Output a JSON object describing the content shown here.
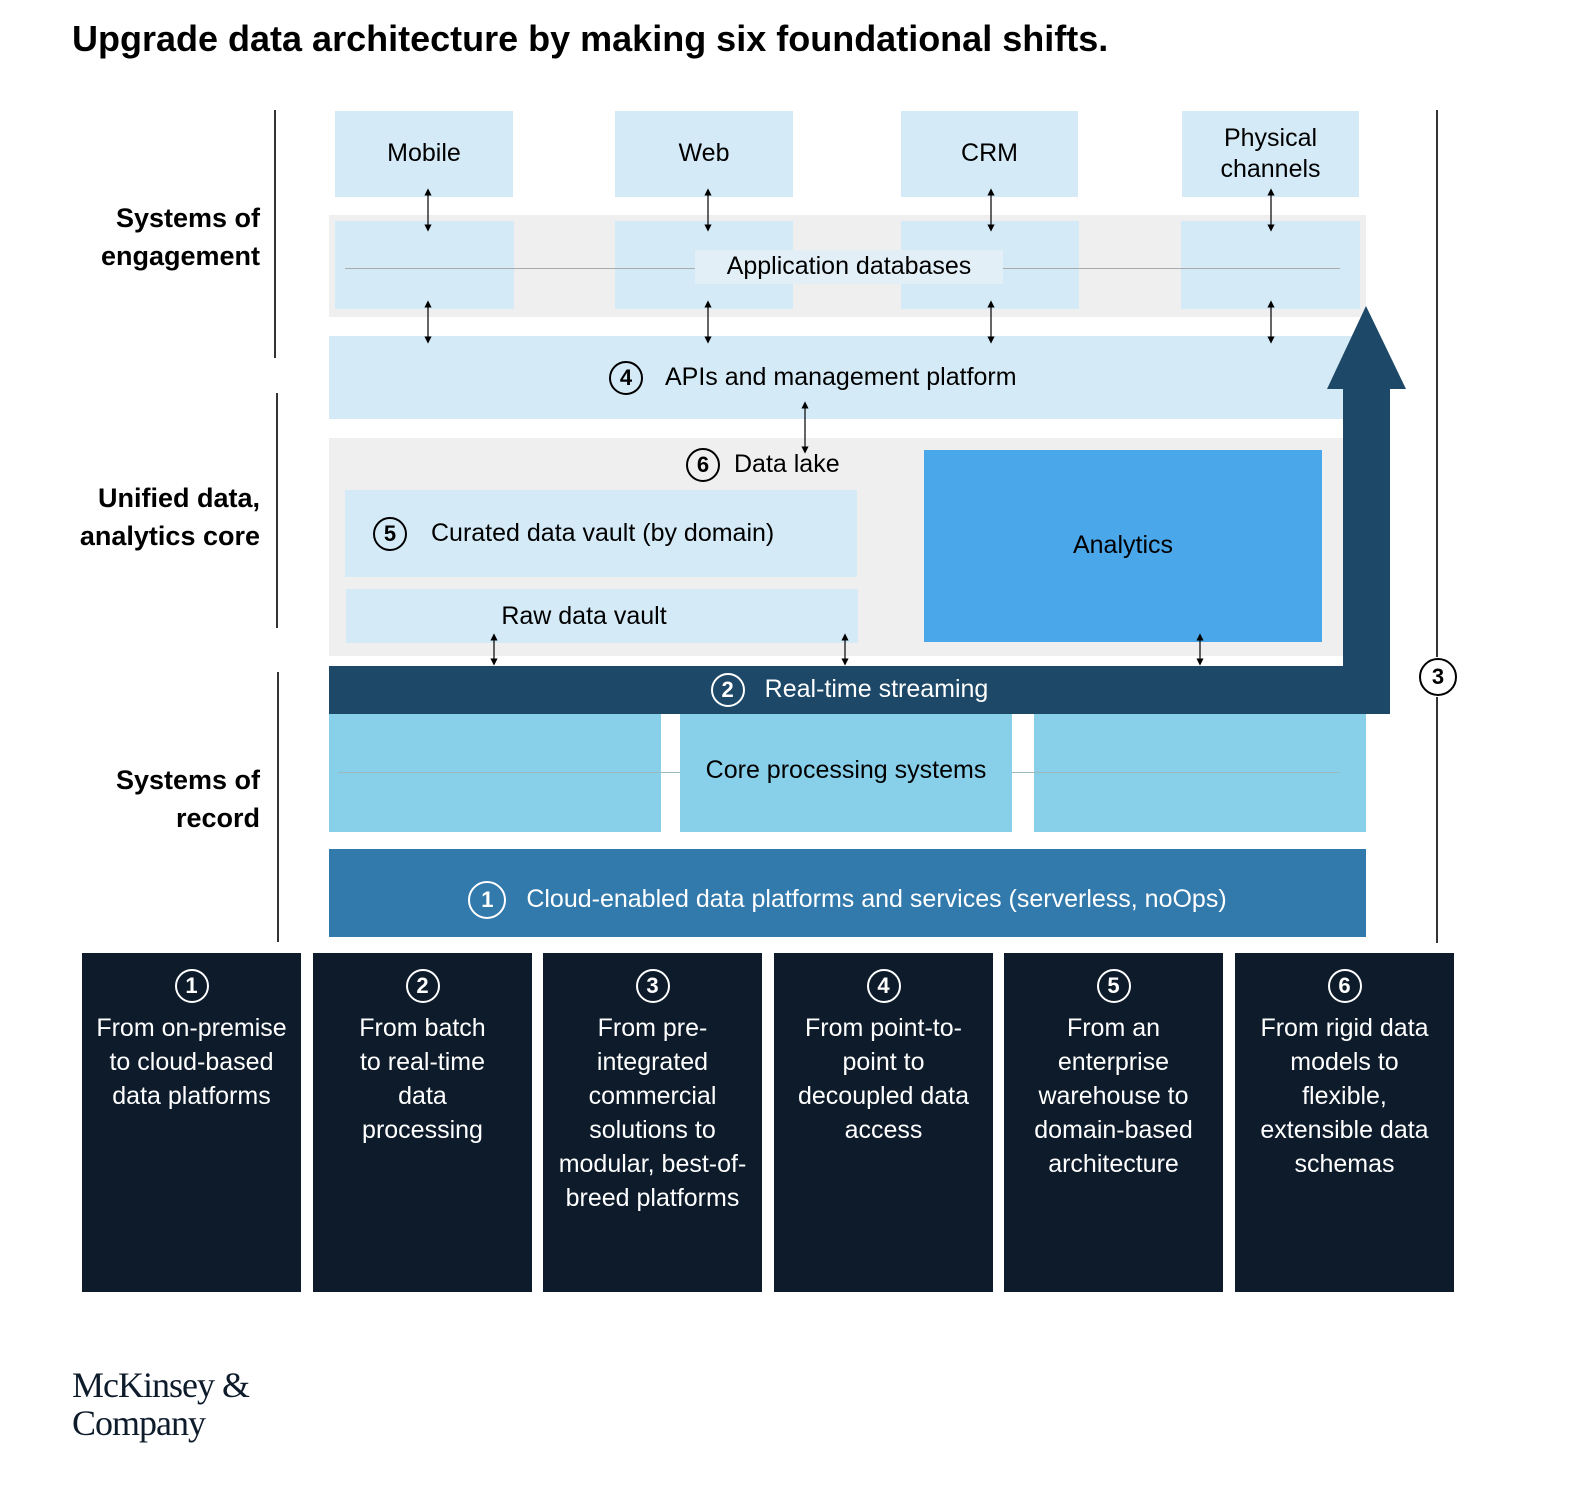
{
  "title": "Upgrade data architecture by making six foundational shifts.",
  "layers": {
    "engagement": "Systems of engagement",
    "core": "Unified data, analytics core",
    "record": "Systems of record"
  },
  "channels": [
    "Mobile",
    "Web",
    "CRM",
    "Physical channels"
  ],
  "app_db": "Application databases",
  "apis": {
    "num": "4",
    "label": "APIs and management platform"
  },
  "data_lake": {
    "num": "6",
    "label": "Data lake"
  },
  "curated": {
    "num": "5",
    "label": "Curated data vault (by domain)"
  },
  "raw": "Raw data vault",
  "analytics": "Analytics",
  "streaming": {
    "num": "2",
    "label": "Real-time streaming"
  },
  "core_proc": "Core processing systems",
  "cloud": {
    "num": "1",
    "label": "Cloud-enabled data platforms and services (serverless, noOps)"
  },
  "arrow_num": "3",
  "shifts": [
    {
      "num": "1",
      "text": "From on-premise to cloud-based data platforms"
    },
    {
      "num": "2",
      "text": "From batch to real-time data processing"
    },
    {
      "num": "3",
      "text": "From pre-integrated commercial solutions to modular, best-of-breed platforms"
    },
    {
      "num": "4",
      "text": "From point-to-point to decoupled data access"
    },
    {
      "num": "5",
      "text": "From an enterprise warehouse to domain-based architecture"
    },
    {
      "num": "6",
      "text": "From rigid data models to flexible, extensible data schemas"
    }
  ],
  "logo": "McKinsey & Company"
}
